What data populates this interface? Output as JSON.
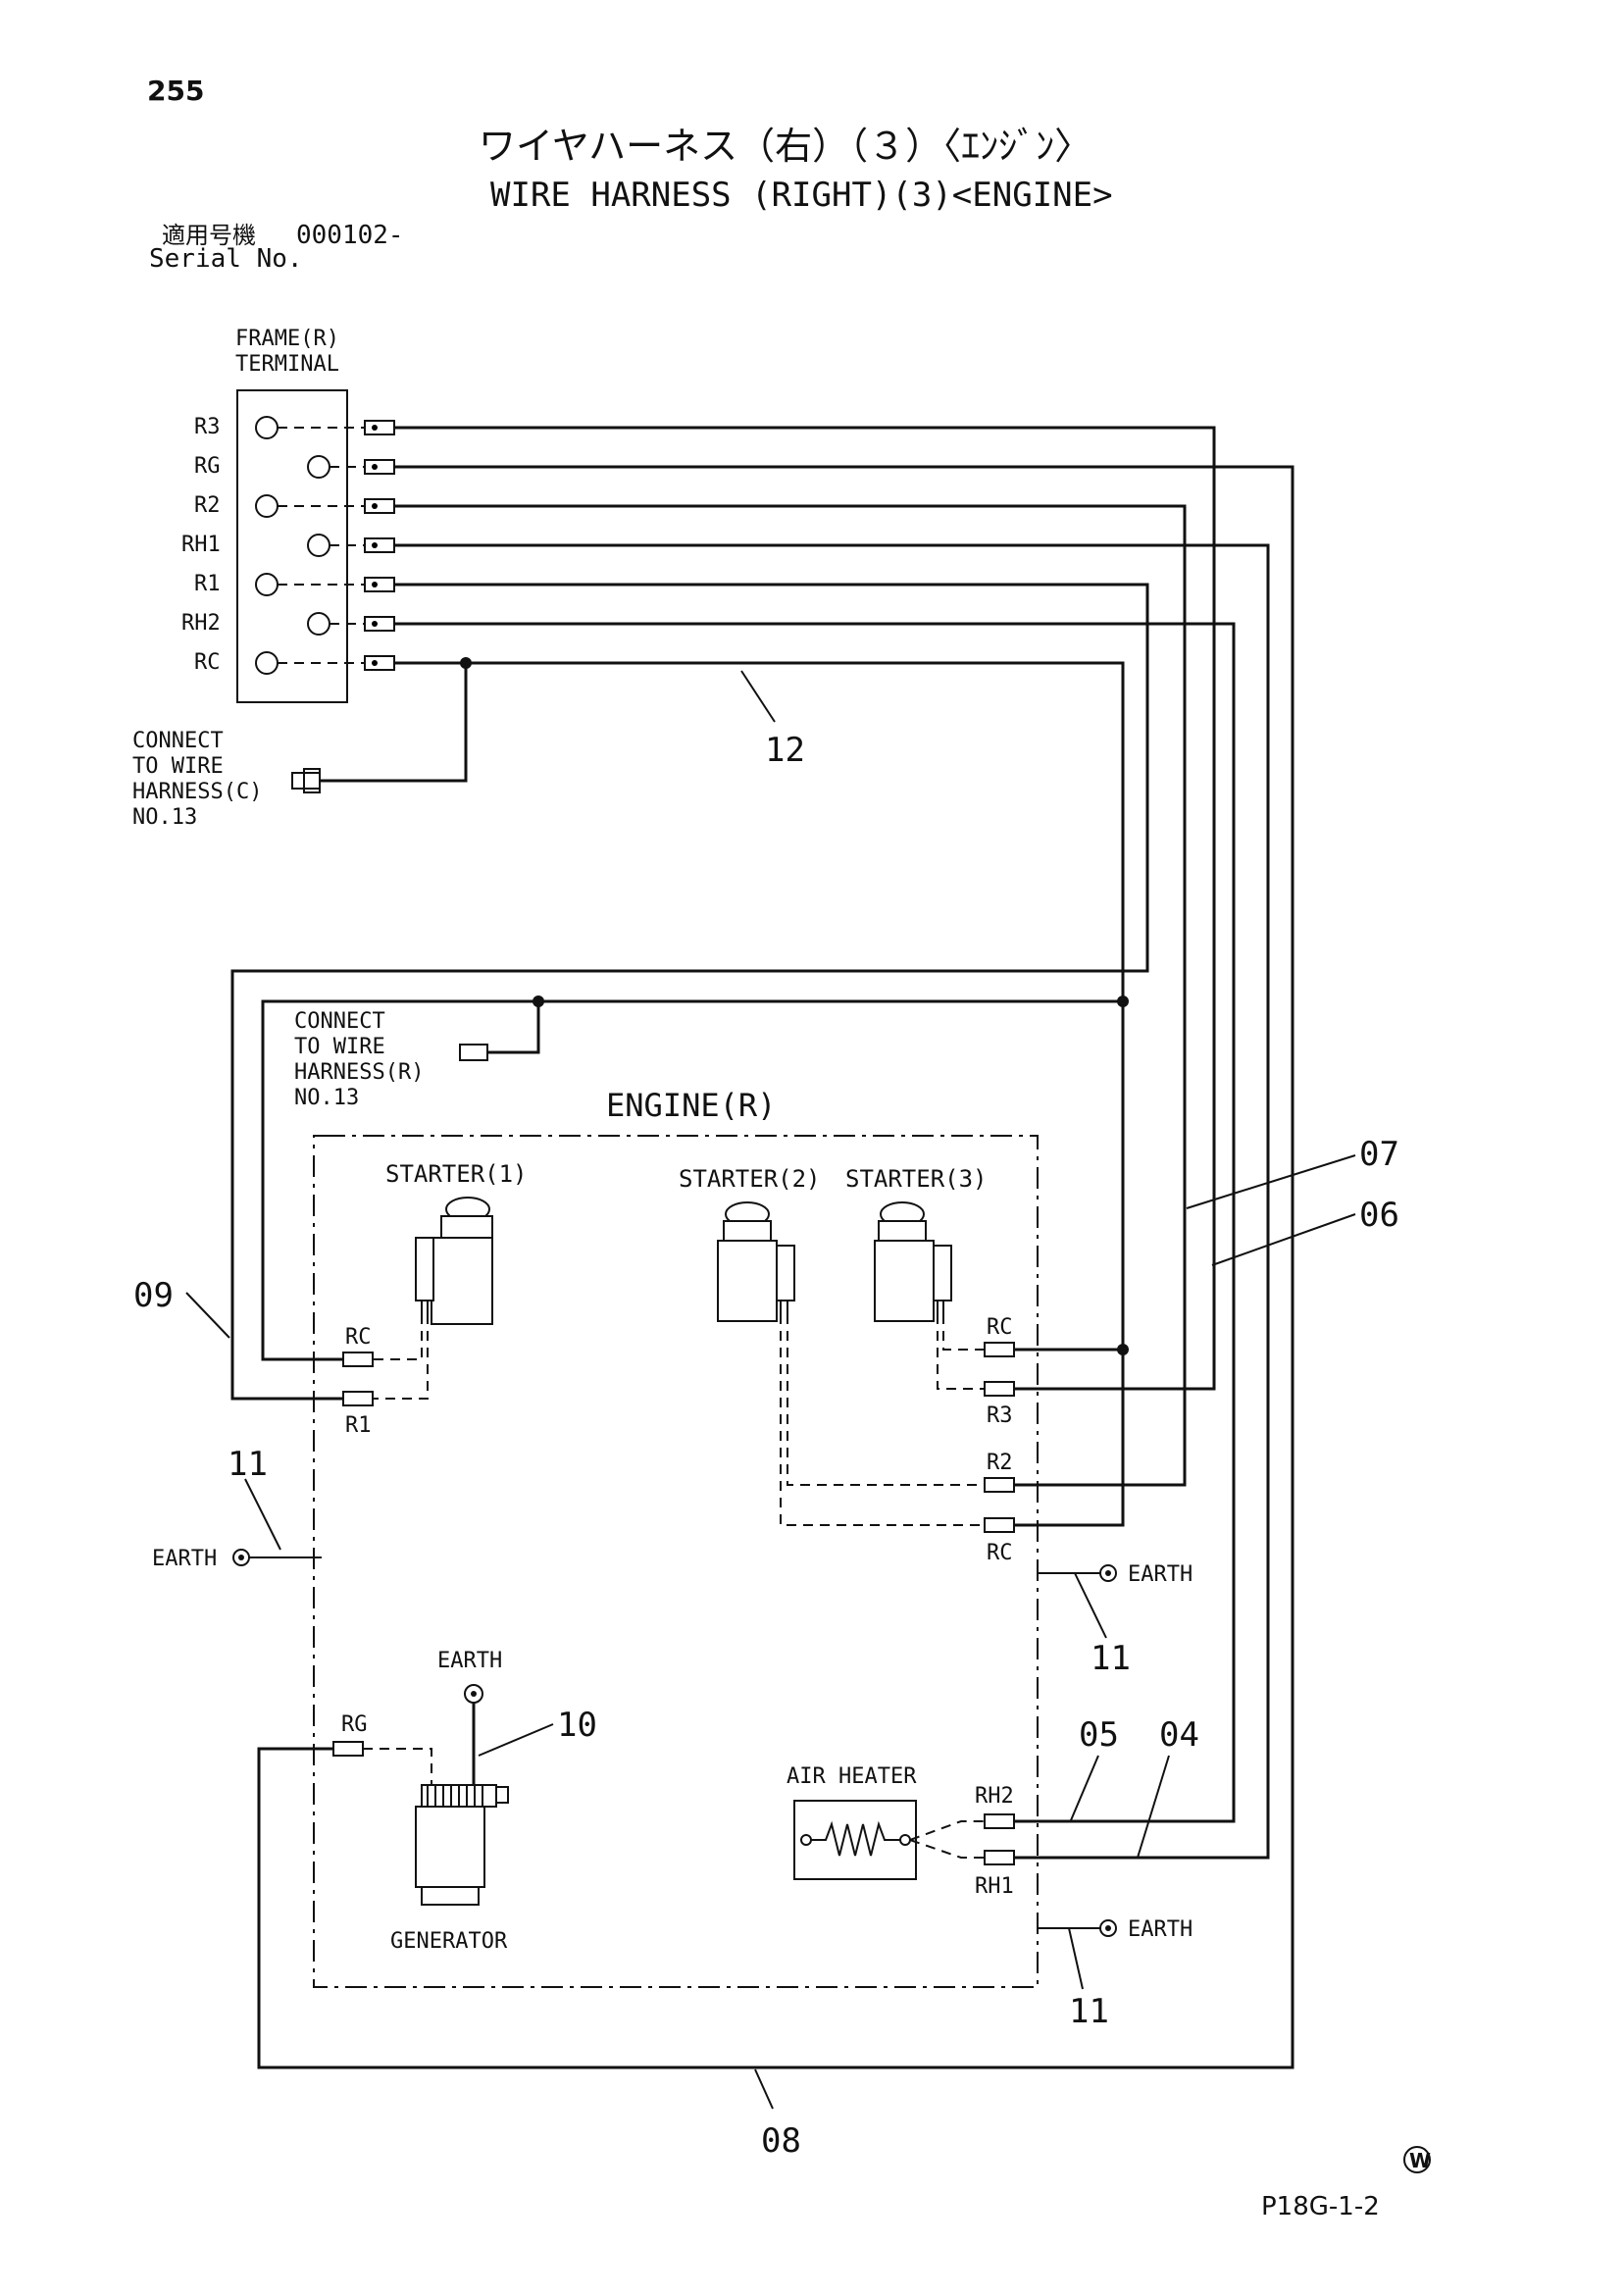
{
  "page_number": "255",
  "title_jp": "ワイヤハーネス（右）（３）〈ｴﾝｼﾞﾝ〉",
  "title_en": "WIRE HARNESS (RIGHT)(3)<ENGINE>",
  "serial": {
    "label_jp": "適用号機",
    "value": "000102-",
    "label_en": "Serial No."
  },
  "frame_terminal": {
    "title_line1": "FRAME(R)",
    "title_line2": "TERMINAL",
    "rows": [
      "R3",
      "RG",
      "R2",
      "RH1",
      "R1",
      "RH2",
      "RC"
    ]
  },
  "connect_c": {
    "line1": "CONNECT",
    "line2": "TO WIRE",
    "line3": "HARNESS(C)",
    "line4": "NO.13"
  },
  "connect_r": {
    "line1": "CONNECT",
    "line2": "TO WIRE",
    "line3": "HARNESS(R)",
    "line4": "NO.13"
  },
  "engine_label": "ENGINE(R)",
  "components": {
    "starter1": "STARTER(1)",
    "starter2": "STARTER(2)",
    "starter3": "STARTER(3)",
    "generator": "GENERATOR",
    "air_heater": "AIR HEATER"
  },
  "connector_labels": {
    "s1_rc": "RC",
    "s1_r1": "R1",
    "s3_rc": "RC",
    "s3_r3": "R3",
    "s2_r2": "R2",
    "s2_rc": "RC",
    "gen_rg": "RG",
    "heater_rh2": "RH2",
    "heater_rh1": "RH1"
  },
  "earth_labels": {
    "left": "EARTH",
    "right_upper": "EARTH",
    "generator": "EARTH",
    "right_lower": "EARTH"
  },
  "callouts": {
    "c12": "12",
    "c07": "07",
    "c06": "06",
    "c09": "09",
    "c11_left": "11",
    "c11_right_upper": "11",
    "c10": "10",
    "c05": "05",
    "c04": "04",
    "c11_right_lower": "11",
    "c08": "08"
  },
  "mark": "W",
  "figure_code": "P18G-1-2"
}
